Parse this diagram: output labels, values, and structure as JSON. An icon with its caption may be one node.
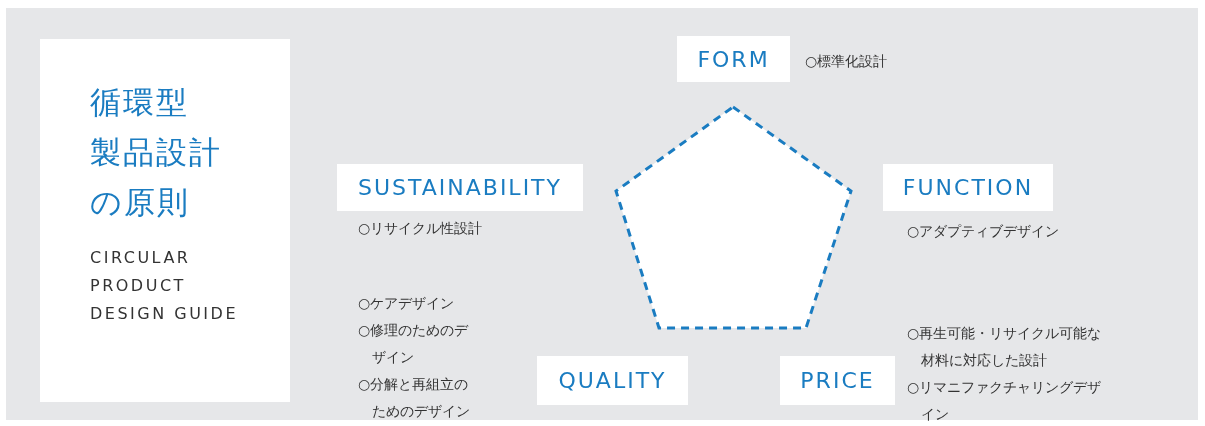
{
  "diagram": {
    "nodes": [
      {
        "text": [
          "循環型製品設計の原則",
          "CIRCULAR PRODUCT DESIGN GUIDE"
        ]
      },
      {
        "text": [
          "FORM"
        ],
        "beside": [
          "○標準化設計"
        ]
      },
      {
        "text": [
          "SUSTAINABILITY"
        ],
        "beside": [
          "○リサイクル性設計"
        ]
      },
      {
        "text": [
          "FUNCTION"
        ],
        "beside": [
          "○アダプティブデザイン"
        ]
      },
      {
        "text": [],
        "shape": "pentagon"
      },
      {
        "text": [
          "QUALITY"
        ],
        "beside": [
          "○ケアデザイン",
          "○修理のためのデザイン",
          "○分解と再組立のためのデザイン"
        ]
      },
      {
        "text": [
          "PRICE"
        ],
        "beside": [
          "○再生可能・リサイクル可能な材料に対応した設計",
          "○リマニファクチャリングデザイン"
        ]
      }
    ]
  }
}
